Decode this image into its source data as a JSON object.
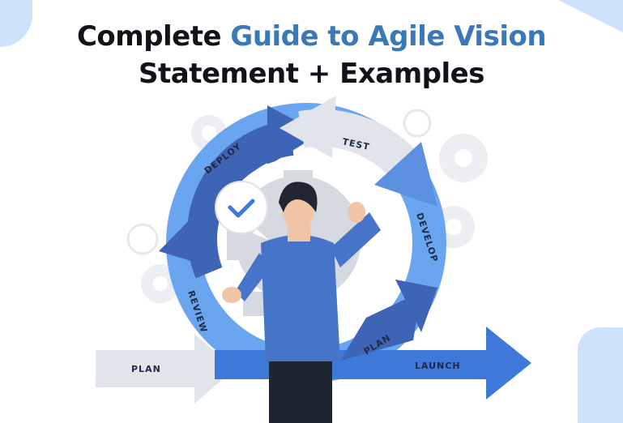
{
  "title": {
    "line1_plain": "Complete ",
    "line1_accent": "Guide to Agile Vision",
    "line2": "Statement + Examples"
  },
  "cycle": {
    "deploy": "DEPLOY",
    "test": "TEST",
    "develop": "DEVELOP",
    "review": "REVIEW",
    "plan_arc": "PLAN"
  },
  "path": {
    "plan": "PLAN",
    "launch": "LAUNCH"
  },
  "colors": {
    "accent": "#3b78b8",
    "dark_blue": "#3e64b6",
    "mid_blue": "#5b8fe0",
    "light_blue": "#6aa6f0",
    "gray_arrow": "#e1e4ea",
    "corner": "#cfe2fb"
  }
}
